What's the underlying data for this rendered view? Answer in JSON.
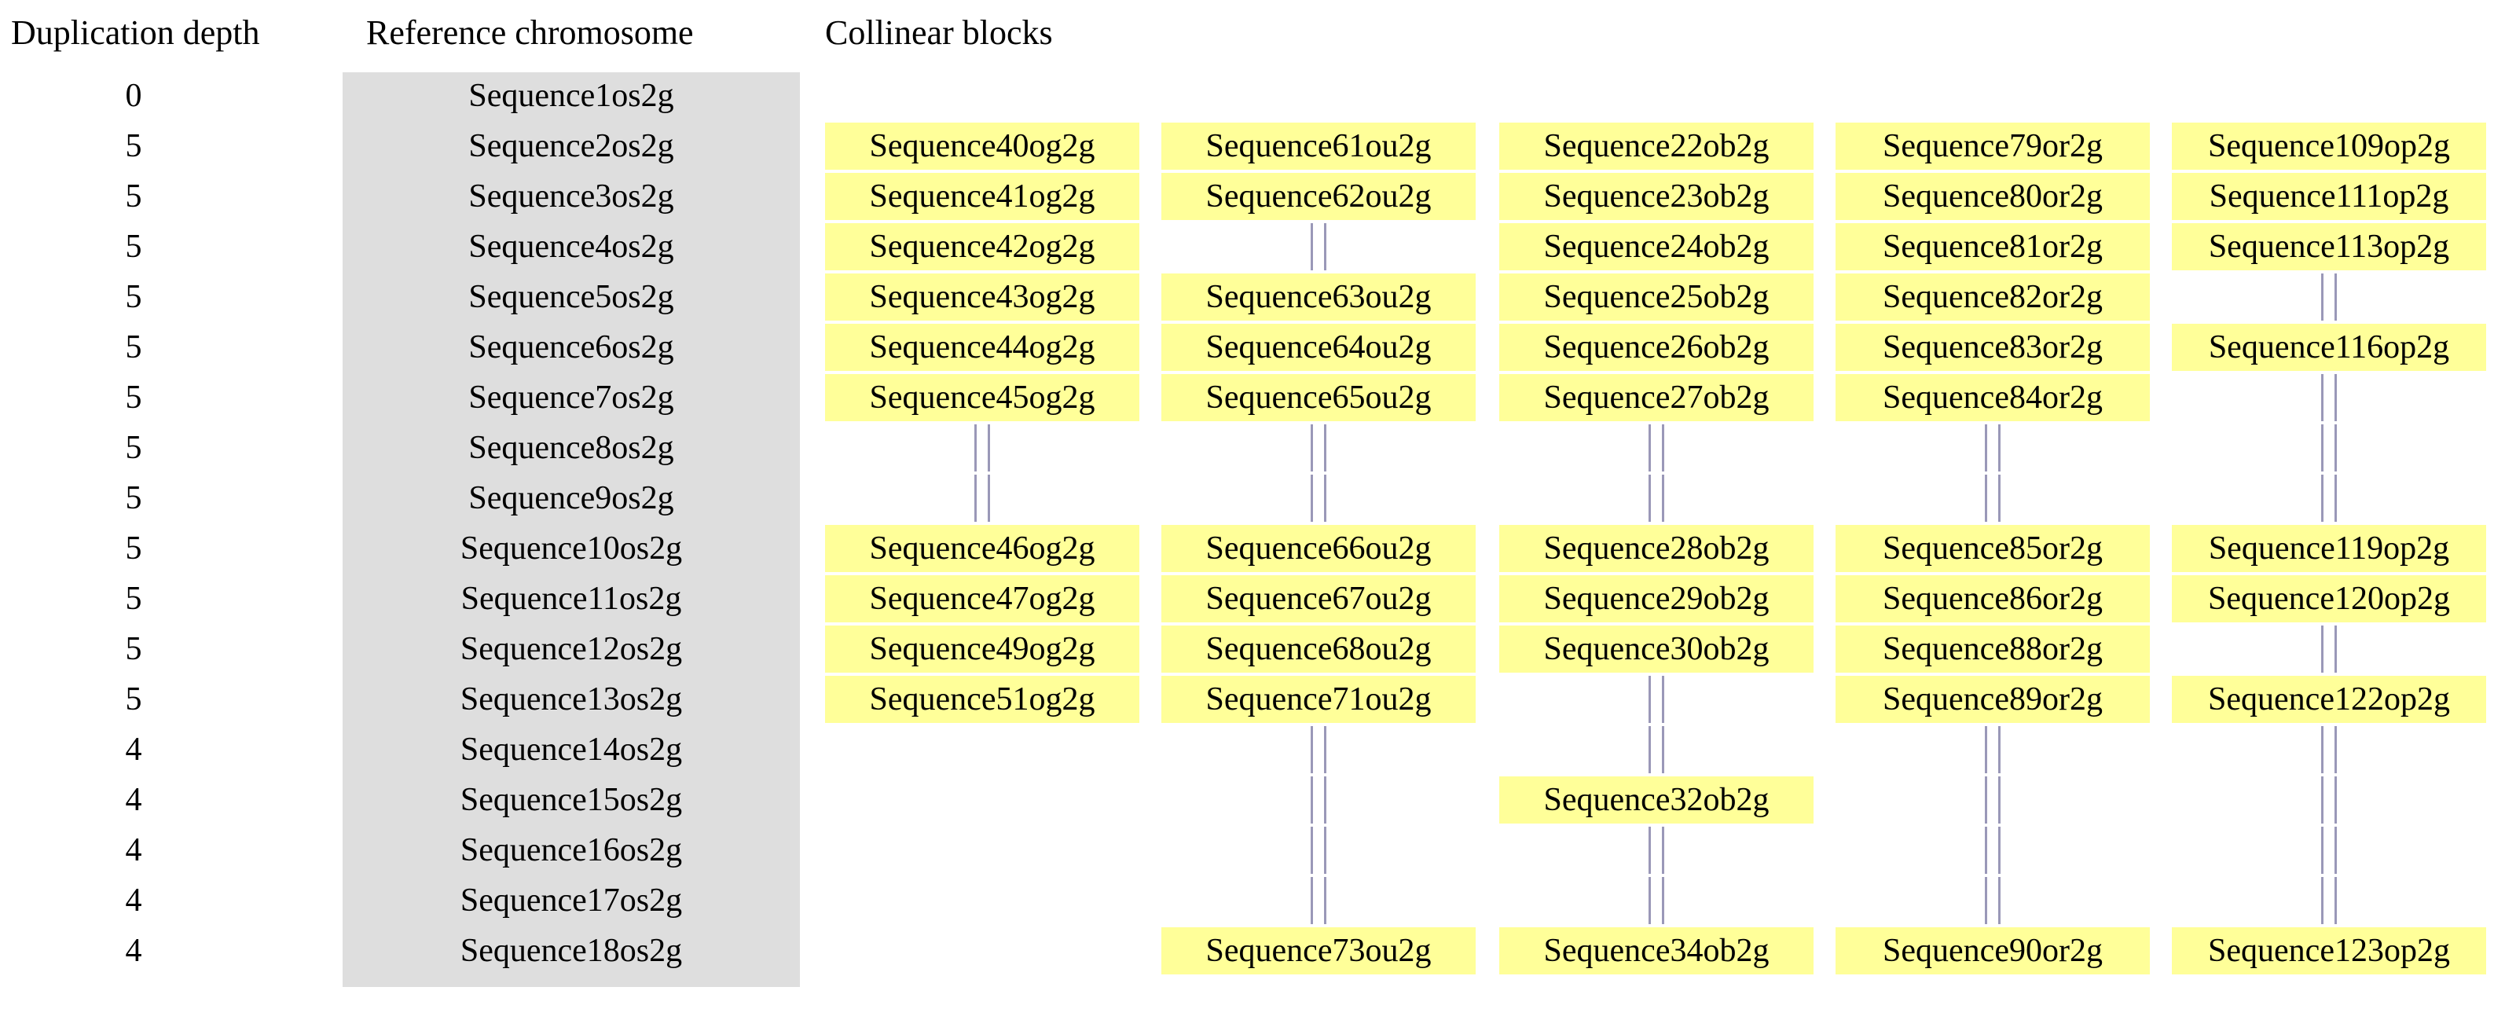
{
  "headers": {
    "depth": "Duplication depth",
    "reference": "Reference chromosome",
    "blocks": "Collinear blocks"
  },
  "rows": [
    {
      "depth": "0",
      "ref": "Sequence1os2g",
      "blocks": [
        "",
        "",
        "",
        "",
        ""
      ]
    },
    {
      "depth": "5",
      "ref": "Sequence2os2g",
      "blocks": [
        "Sequence40og2g",
        "Sequence61ou2g",
        "Sequence22ob2g",
        "Sequence79or2g",
        "Sequence109op2g"
      ]
    },
    {
      "depth": "5",
      "ref": "Sequence3os2g",
      "blocks": [
        "Sequence41og2g",
        "Sequence62ou2g",
        "Sequence23ob2g",
        "Sequence80or2g",
        "Sequence111op2g"
      ]
    },
    {
      "depth": "5",
      "ref": "Sequence4os2g",
      "blocks": [
        "Sequence42og2g",
        "||",
        "Sequence24ob2g",
        "Sequence81or2g",
        "Sequence113op2g"
      ]
    },
    {
      "depth": "5",
      "ref": "Sequence5os2g",
      "blocks": [
        "Sequence43og2g",
        "Sequence63ou2g",
        "Sequence25ob2g",
        "Sequence82or2g",
        "||"
      ]
    },
    {
      "depth": "5",
      "ref": "Sequence6os2g",
      "blocks": [
        "Sequence44og2g",
        "Sequence64ou2g",
        "Sequence26ob2g",
        "Sequence83or2g",
        "Sequence116op2g"
      ]
    },
    {
      "depth": "5",
      "ref": "Sequence7os2g",
      "blocks": [
        "Sequence45og2g",
        "Sequence65ou2g",
        "Sequence27ob2g",
        "Sequence84or2g",
        "||"
      ]
    },
    {
      "depth": "5",
      "ref": "Sequence8os2g",
      "blocks": [
        "||",
        "||",
        "||",
        "||",
        "||"
      ]
    },
    {
      "depth": "5",
      "ref": "Sequence9os2g",
      "blocks": [
        "||",
        "||",
        "||",
        "||",
        "||"
      ]
    },
    {
      "depth": "5",
      "ref": "Sequence10os2g",
      "blocks": [
        "Sequence46og2g",
        "Sequence66ou2g",
        "Sequence28ob2g",
        "Sequence85or2g",
        "Sequence119op2g"
      ]
    },
    {
      "depth": "5",
      "ref": "Sequence11os2g",
      "blocks": [
        "Sequence47og2g",
        "Sequence67ou2g",
        "Sequence29ob2g",
        "Sequence86or2g",
        "Sequence120op2g"
      ]
    },
    {
      "depth": "5",
      "ref": "Sequence12os2g",
      "blocks": [
        "Sequence49og2g",
        "Sequence68ou2g",
        "Sequence30ob2g",
        "Sequence88or2g",
        "||"
      ]
    },
    {
      "depth": "5",
      "ref": "Sequence13os2g",
      "blocks": [
        "Sequence51og2g",
        "Sequence71ou2g",
        "||",
        "Sequence89or2g",
        "Sequence122op2g"
      ]
    },
    {
      "depth": "4",
      "ref": "Sequence14os2g",
      "blocks": [
        "",
        "||",
        "||",
        "||",
        "||"
      ]
    },
    {
      "depth": "4",
      "ref": "Sequence15os2g",
      "blocks": [
        "",
        "||",
        "Sequence32ob2g",
        "||",
        "||"
      ]
    },
    {
      "depth": "4",
      "ref": "Sequence16os2g",
      "blocks": [
        "",
        "||",
        "||",
        "||",
        "||"
      ]
    },
    {
      "depth": "4",
      "ref": "Sequence17os2g",
      "blocks": [
        "",
        "||",
        "||",
        "||",
        "||"
      ]
    },
    {
      "depth": "4",
      "ref": "Sequence18os2g",
      "blocks": [
        "",
        "Sequence73ou2g",
        "Sequence34ob2g",
        "Sequence90or2g",
        "Sequence123op2g"
      ]
    }
  ],
  "colors": {
    "reference_bg": "#dedede",
    "block_bg": "#ffff99",
    "gap_line": "#9a98b8"
  }
}
